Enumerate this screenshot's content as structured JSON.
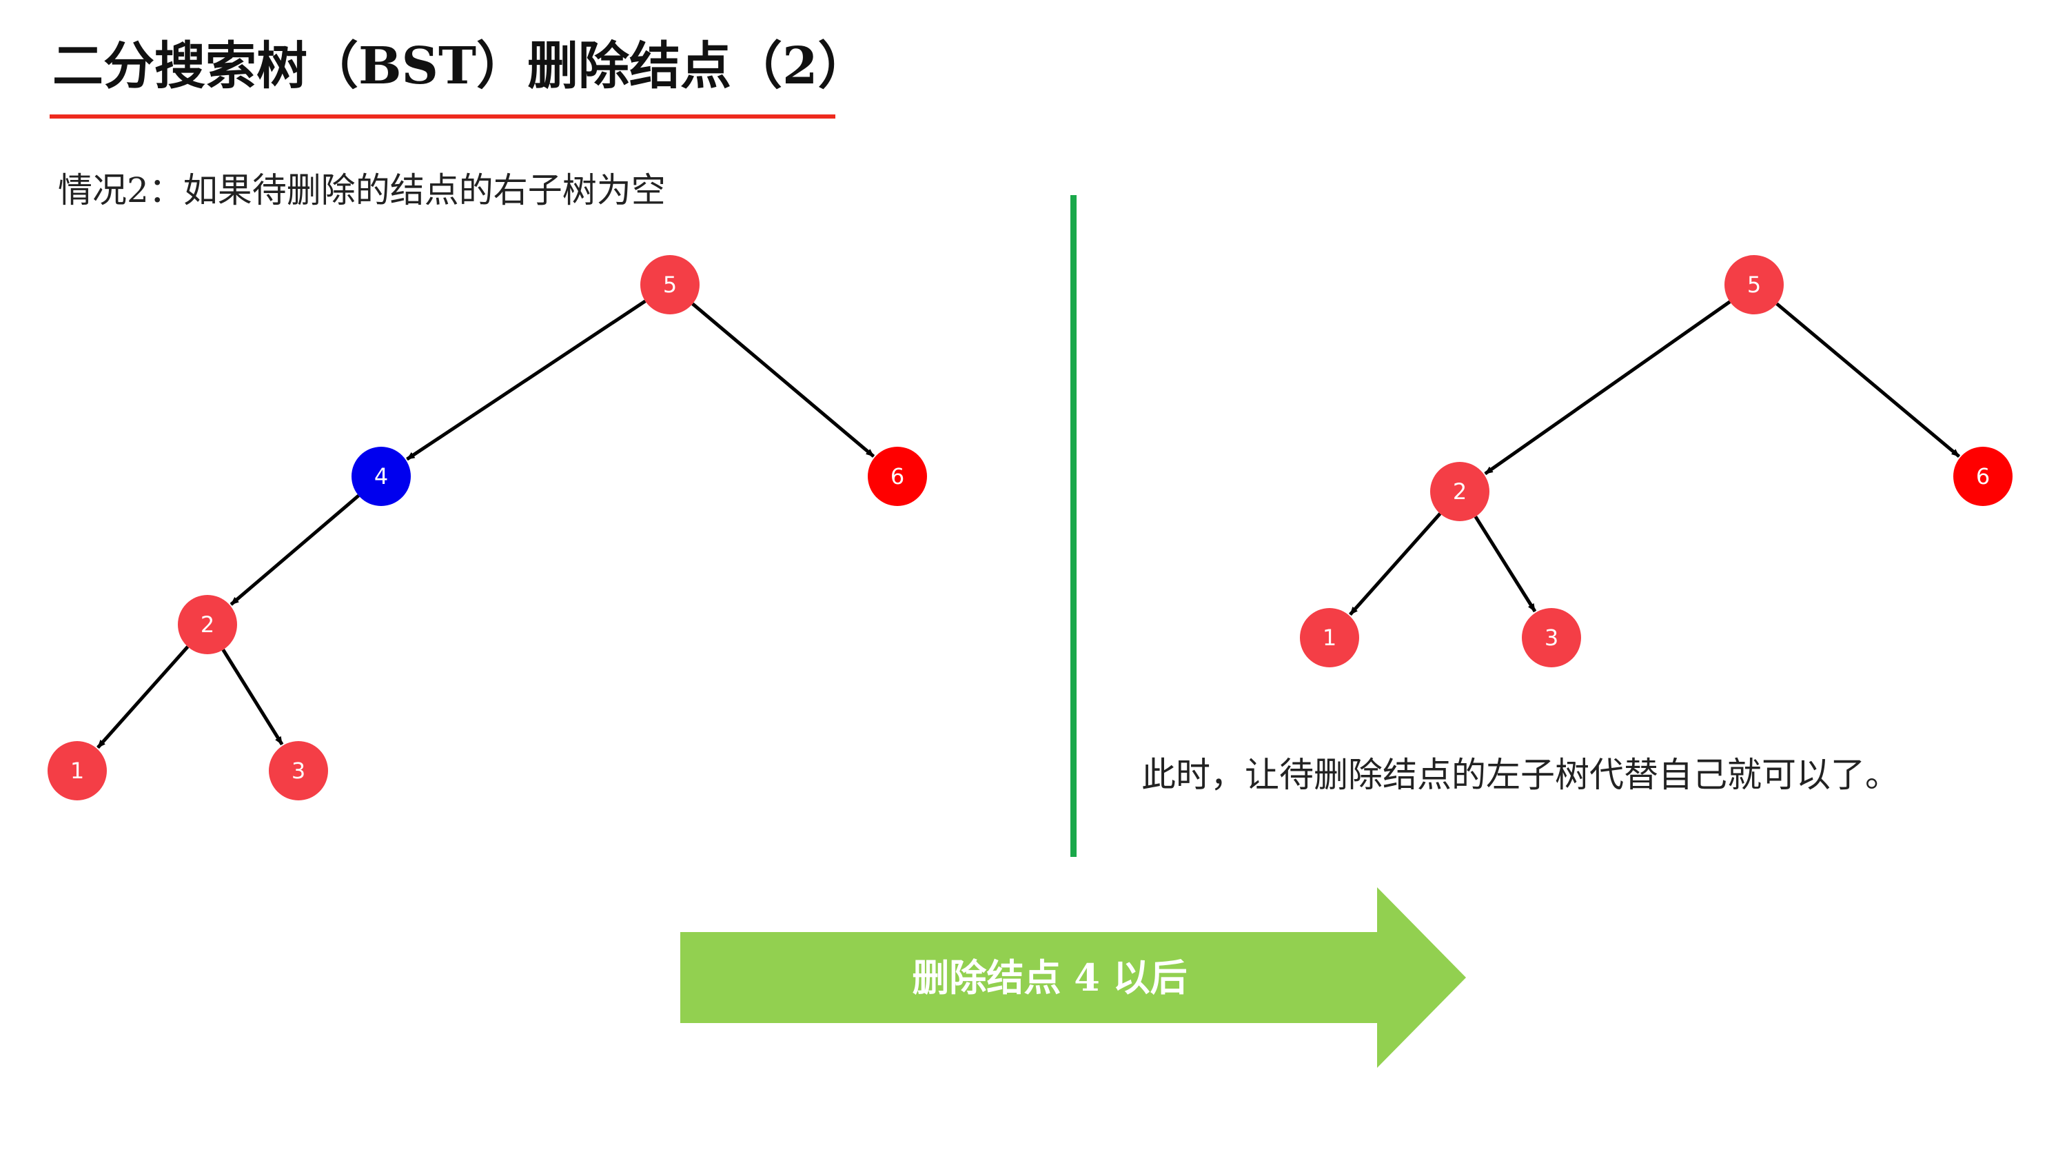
{
  "title": "二分搜索树（BST）删除结点（2）",
  "case_text": "情况2：如果待删除的结点的右子树为空",
  "result_text": "此时，让待删除结点的左子树代替自己就可以了。",
  "arrow_label": "删除结点 4 以后",
  "colors": {
    "node_red": "#f43e46",
    "node_pure_red": "#ff0000",
    "node_blue": "#0000ee",
    "divider": "#1aa84a",
    "arrow_fill": "#92d050",
    "title_underline": "#ee2a1e"
  },
  "trees": {
    "before": {
      "nodes": [
        {
          "id": "5",
          "label": "5",
          "color": "node_red"
        },
        {
          "id": "4",
          "label": "4",
          "color": "node_blue"
        },
        {
          "id": "6",
          "label": "6",
          "color": "node_pure_red"
        },
        {
          "id": "2",
          "label": "2",
          "color": "node_red"
        },
        {
          "id": "1",
          "label": "1",
          "color": "node_red"
        },
        {
          "id": "3",
          "label": "3",
          "color": "node_red"
        }
      ],
      "edges": [
        [
          "5",
          "4"
        ],
        [
          "5",
          "6"
        ],
        [
          "4",
          "2"
        ],
        [
          "2",
          "1"
        ],
        [
          "2",
          "3"
        ]
      ]
    },
    "after": {
      "nodes": [
        {
          "id": "5",
          "label": "5",
          "color": "node_red"
        },
        {
          "id": "2",
          "label": "2",
          "color": "node_red"
        },
        {
          "id": "6",
          "label": "6",
          "color": "node_pure_red"
        },
        {
          "id": "1",
          "label": "1",
          "color": "node_red"
        },
        {
          "id": "3",
          "label": "3",
          "color": "node_red"
        }
      ],
      "edges": [
        [
          "5",
          "2"
        ],
        [
          "5",
          "6"
        ],
        [
          "2",
          "1"
        ],
        [
          "2",
          "3"
        ]
      ]
    }
  }
}
